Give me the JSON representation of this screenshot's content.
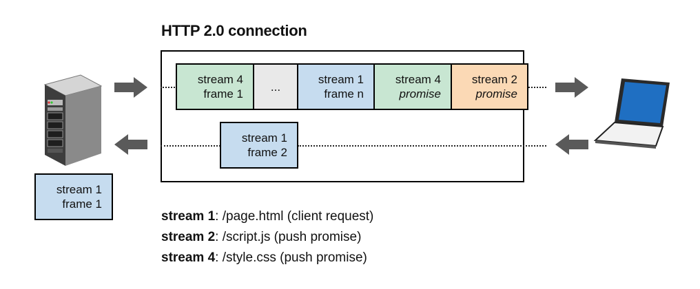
{
  "title": "HTTP 2.0 connection",
  "top_frames": [
    {
      "line1": "stream 4",
      "line2": "frame 1",
      "color": "#c8e6d2"
    },
    {
      "line1": "...",
      "line2": "",
      "color": "#e9e9e9"
    },
    {
      "line1": "stream 1",
      "line2": "frame n",
      "color": "#c6dcef"
    },
    {
      "line1": "stream 4",
      "line2": "promise",
      "color": "#c8e6d2"
    },
    {
      "line1": "stream 2",
      "line2": "promise",
      "color": "#fbd9b5"
    }
  ],
  "bottom_frame": {
    "line1": "stream 1",
    "line2": "frame 2",
    "color": "#c6dcef"
  },
  "server_frame": {
    "line1": "stream 1",
    "line2": "frame 1",
    "color": "#c6dcef"
  },
  "legend": [
    {
      "key": "stream 1",
      "value": ": /page.html  (client request)"
    },
    {
      "key": "stream 2",
      "value": ": /script.js  (push promise)"
    },
    {
      "key": "stream 4",
      "value": ": /style.css  (push promise)"
    }
  ],
  "icons": {
    "server": "server-icon",
    "laptop": "laptop-icon",
    "arrow": "arrow-icon"
  }
}
